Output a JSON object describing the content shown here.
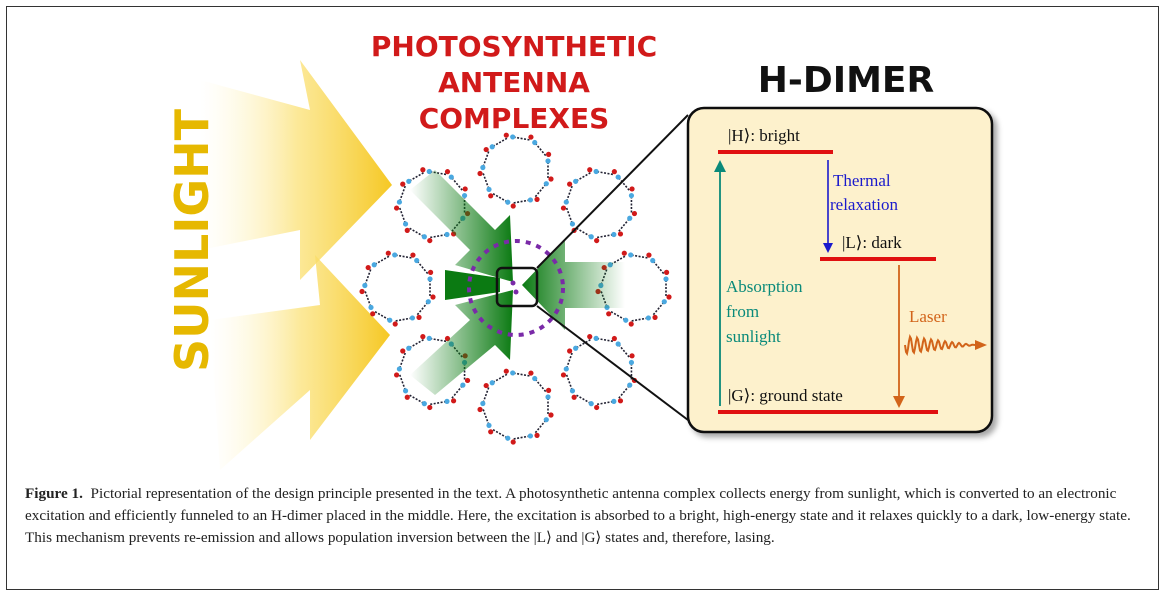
{
  "figure": {
    "sunlight_label": "SUNLIGHT",
    "antenna_title": [
      "PHOTOSYNTHETIC",
      "ANTENNA",
      "COMPLEXES"
    ],
    "dimer_title": "H-DIMER",
    "levels": {
      "bright": "|H⟩: bright",
      "dark": "|L⟩: dark",
      "ground": "|G⟩: ground state"
    },
    "thermal_relaxation": [
      "Thermal",
      "relaxation"
    ],
    "absorption": [
      "Absorption",
      "from",
      "sunlight"
    ],
    "laser": "Laser",
    "colors": {
      "sun": "#f5c518",
      "title_red": "#d11a1a",
      "funnel_green": "#0b7a12",
      "teal": "#0a8a7a",
      "blue": "#1a1acc",
      "orange": "#d2641a",
      "panel_bg": "#fdf1cc",
      "level_red": "#e01010"
    }
  },
  "caption": {
    "label": "Figure 1.",
    "text": "Pictorial representation of the design principle presented in the text. A photosynthetic antenna complex collects energy from sunlight, which is converted to an electronic excitation and efficiently funneled to an H-dimer placed in the middle. Here, the excitation is absorbed to a bright, high-energy state and it relaxes quickly to a dark, low-energy state. This mechanism prevents re-emission and allows population inversion between the |L⟩ and |G⟩ states and, therefore, lasing."
  }
}
